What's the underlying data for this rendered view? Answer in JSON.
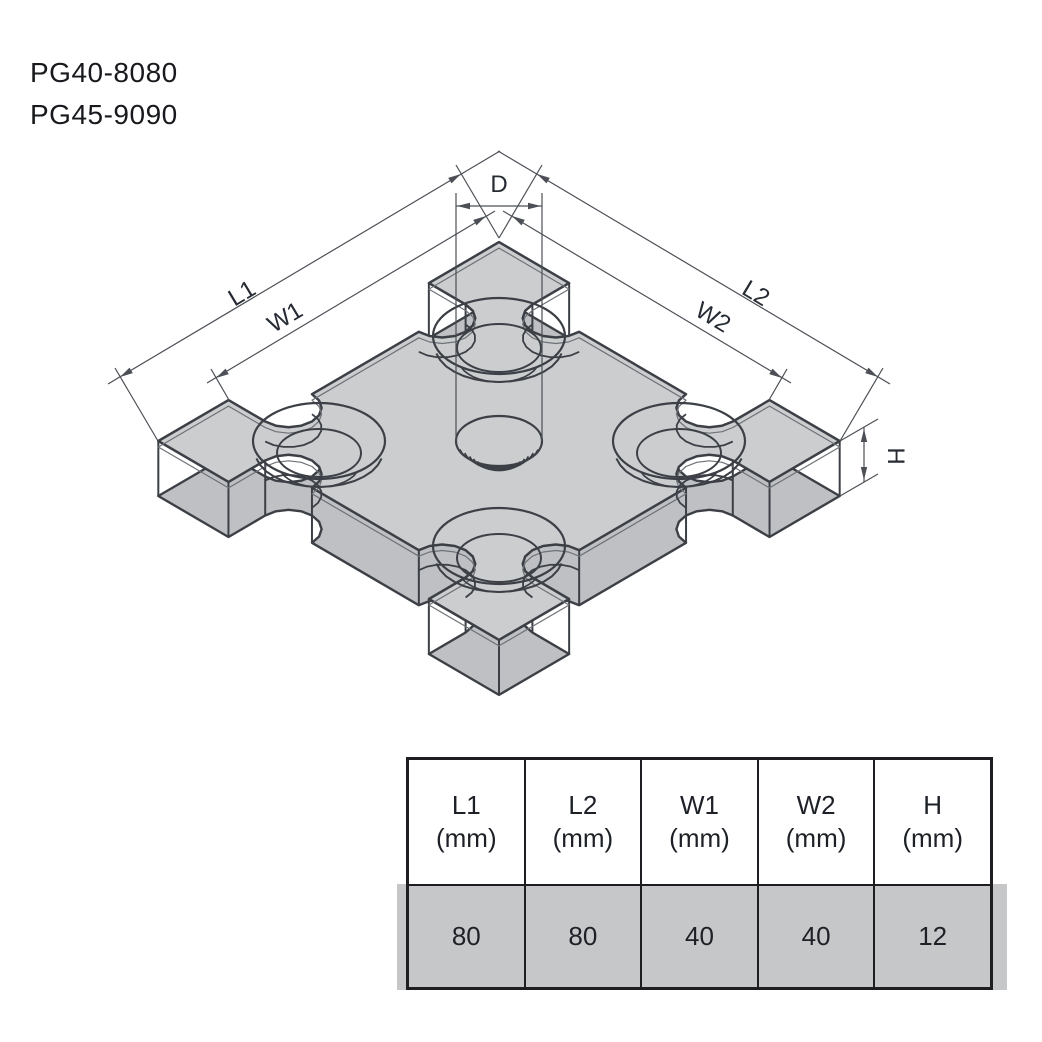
{
  "title": {
    "line1": "PG40-8080",
    "line2": "PG45-9090"
  },
  "diagram": {
    "labels": {
      "d": "D",
      "l1": "L1",
      "w1": "W1",
      "l2": "L2",
      "w2": "W2",
      "h": "H"
    },
    "colors": {
      "face": "#cbcdcf",
      "side": "#bec0c3",
      "outline": "#3c4046",
      "inner_line": "#6d7176",
      "dim": "#4c5056",
      "label": "#262b33"
    }
  },
  "table": {
    "columns": [
      {
        "label": "L1",
        "unit": "(mm)"
      },
      {
        "label": "L2",
        "unit": "(mm)"
      },
      {
        "label": "W1",
        "unit": "(mm)"
      },
      {
        "label": "W2",
        "unit": "(mm)"
      },
      {
        "label": "H",
        "unit": "(mm)"
      }
    ],
    "values": [
      "80",
      "80",
      "40",
      "40",
      "12"
    ]
  }
}
